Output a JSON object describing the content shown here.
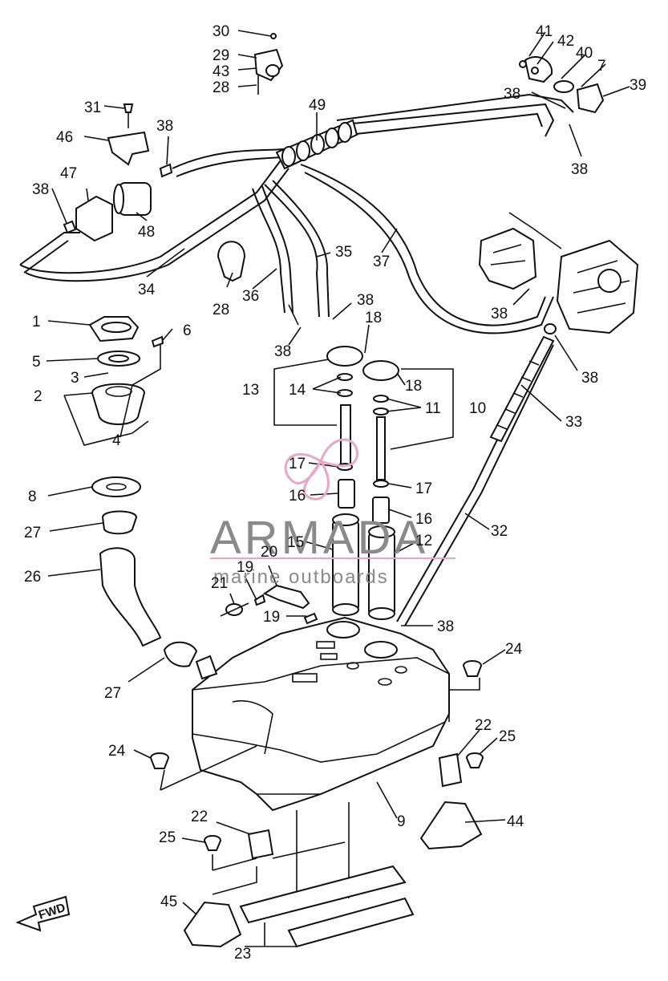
{
  "labels": [
    "1",
    "2",
    "3",
    "4",
    "5",
    "6",
    "7",
    "8",
    "9",
    "10",
    "11",
    "12",
    "13",
    "14",
    "15",
    "16",
    "17",
    "18",
    "19",
    "20",
    "21",
    "22",
    "23",
    "24",
    "25",
    "26",
    "27",
    "28",
    "29",
    "30",
    "31",
    "32",
    "33",
    "34",
    "35",
    "36",
    "37",
    "38",
    "39",
    "40",
    "41",
    "42",
    "43",
    "44",
    "45",
    "46",
    "47",
    "48",
    "49"
  ],
  "watermark": {
    "brand": "ARMADA",
    "tagline": "marine outboards",
    "color": "#e7a7c6"
  },
  "fwd_arrow": "FWD"
}
